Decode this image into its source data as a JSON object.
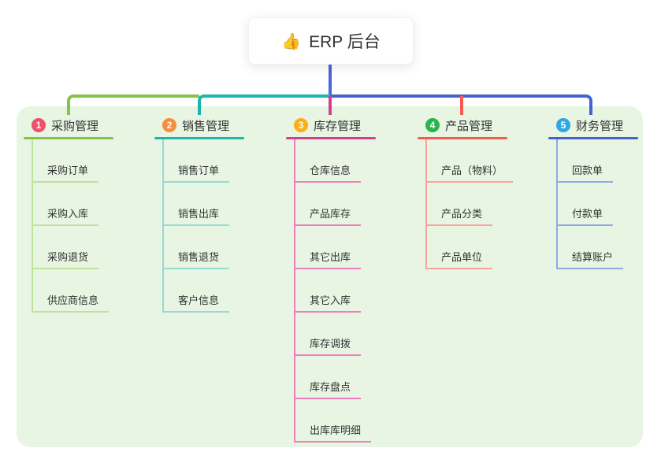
{
  "root": {
    "label": "ERP 后台",
    "icon": "👍"
  },
  "colors": {
    "canvas": "#ffffff",
    "panel": "#e7f5e2",
    "text": "#333333",
    "root_connector": "#4a67d5"
  },
  "branches": [
    {
      "index": "1",
      "label": "采购管理",
      "badge_color": "#f0506c",
      "line_color": "#85c14d",
      "child_line_color": "#bfe29b",
      "children": [
        "采购订单",
        "采购入库",
        "采购退货",
        "供应商信息"
      ]
    },
    {
      "index": "2",
      "label": "销售管理",
      "badge_color": "#f88e3d",
      "line_color": "#1cb5af",
      "child_line_color": "#96dad4",
      "children": [
        "销售订单",
        "销售出库",
        "销售退货",
        "客户信息"
      ]
    },
    {
      "index": "3",
      "label": "库存管理",
      "badge_color": "#fbad1b",
      "line_color": "#d2418f",
      "child_line_color": "#ef7fbc",
      "children": [
        "仓库信息",
        "产品库存",
        "其它出库",
        "其它入库",
        "库存调拨",
        "库存盘点",
        "出库库明细"
      ]
    },
    {
      "index": "4",
      "label": "产品管理",
      "badge_color": "#2bb44e",
      "line_color": "#f45b52",
      "child_line_color": "#f9a39d",
      "children": [
        "产品（物料）",
        "产品分类",
        "产品单位"
      ]
    },
    {
      "index": "5",
      "label": "财务管理",
      "badge_color": "#2fa7e2",
      "line_color": "#4363d3",
      "child_line_color": "#93a7e6",
      "children": [
        "回款单",
        "付款单",
        "结算账户"
      ]
    }
  ]
}
